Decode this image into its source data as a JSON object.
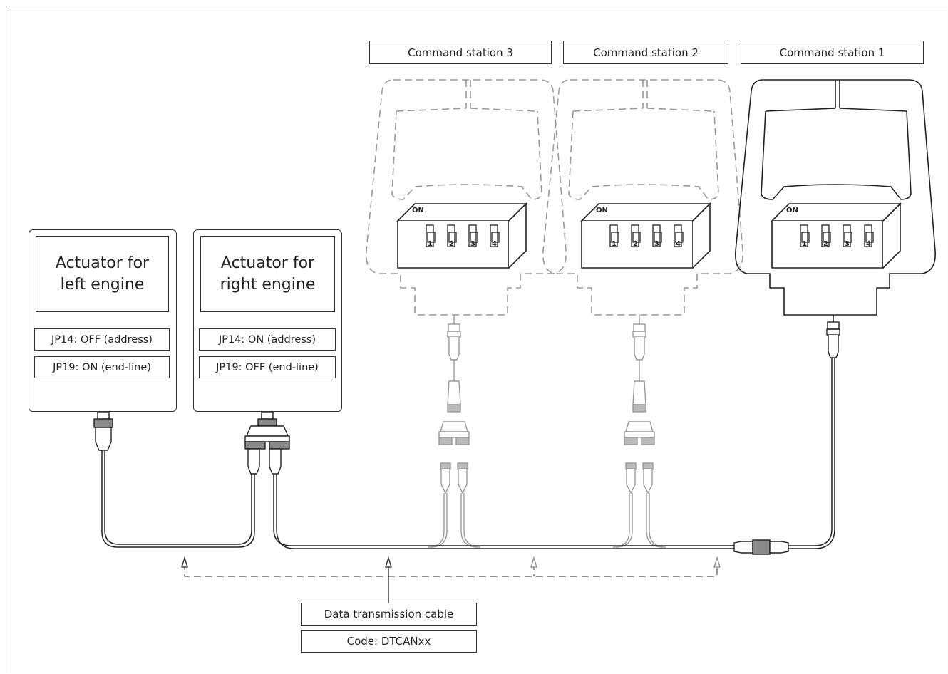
{
  "stations": [
    {
      "label": "Command station 3",
      "active": false
    },
    {
      "label": "Command station 2",
      "active": false
    },
    {
      "label": "Command station 1",
      "active": true
    }
  ],
  "dip_switch": {
    "on_label": "ON",
    "numbers": [
      "1",
      "2",
      "3",
      "4"
    ]
  },
  "actuators": [
    {
      "title": "Actuator for\nleft engine",
      "jp14": "JP14: OFF (address)",
      "jp19": "JP19: ON (end-line)"
    },
    {
      "title": "Actuator for\nright engine",
      "jp14": "JP14: ON (address)",
      "jp19": "JP19: OFF (end-line)"
    }
  ],
  "cable": {
    "name": "Data transmission cable",
    "code": "Code: DTCANxx"
  },
  "colors": {
    "line": "#222222",
    "faded": "#9a9a9a",
    "connector_band": "#8a8a8a"
  }
}
